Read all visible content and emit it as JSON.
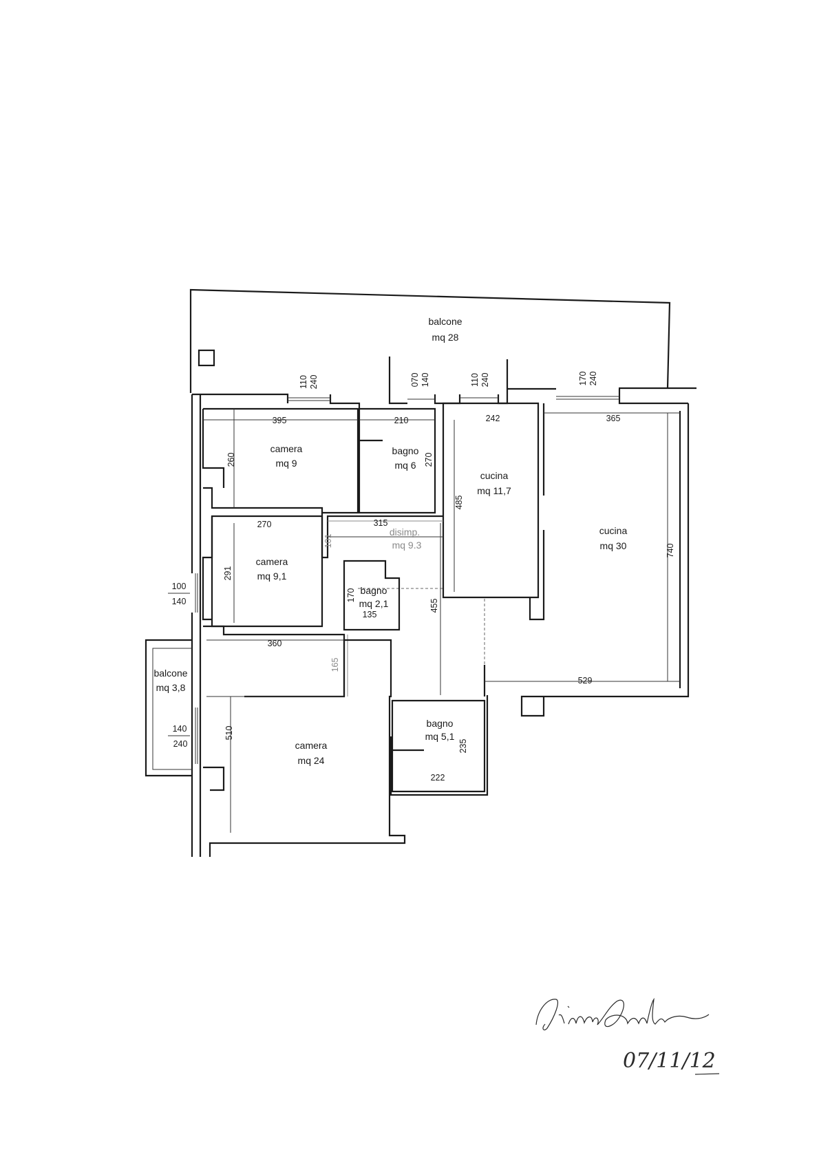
{
  "rooms": {
    "balcone_top": {
      "name": "balcone",
      "area": "mq 28"
    },
    "camera_1": {
      "name": "camera",
      "area": "mq 9"
    },
    "bagno_1": {
      "name": "bagno",
      "area": "mq 6"
    },
    "cucina_small": {
      "name": "cucina",
      "area": "mq 11,7"
    },
    "cucina_large": {
      "name": "cucina",
      "area": "mq 30"
    },
    "disimp": {
      "name": "disimp.",
      "area": "mq 9.3"
    },
    "camera_2": {
      "name": "camera",
      "area": "mq 9,1"
    },
    "bagno_2": {
      "name": "bagno",
      "area": "mq 2,1"
    },
    "balcone_side": {
      "name": "balcone",
      "area": "mq 3,8"
    },
    "camera_3": {
      "name": "camera",
      "area": "mq 24"
    },
    "bagno_3": {
      "name": "bagno",
      "area": "mq 5,1"
    }
  },
  "dimensions": {
    "win1_a": "110",
    "win1_b": "240",
    "win2_a": "070",
    "win2_b": "140",
    "win3_a": "110",
    "win3_b": "240",
    "win4_a": "170",
    "win4_b": "240",
    "d395": "395",
    "d210": "210",
    "d242": "242",
    "d365": "365",
    "d260": "260",
    "d270v": "270",
    "d485": "485",
    "d270": "270",
    "d315": "315",
    "d101": "101",
    "d740": "740",
    "d291": "291",
    "d170": "170",
    "d135": "135",
    "d455": "455",
    "side_a": "100",
    "side_b": "140",
    "d360": "360",
    "d165": "165",
    "d529": "529",
    "side2_a": "140",
    "side2_b": "240",
    "d510": "510",
    "d235": "235",
    "d222": "222"
  },
  "date": "07/11/12"
}
